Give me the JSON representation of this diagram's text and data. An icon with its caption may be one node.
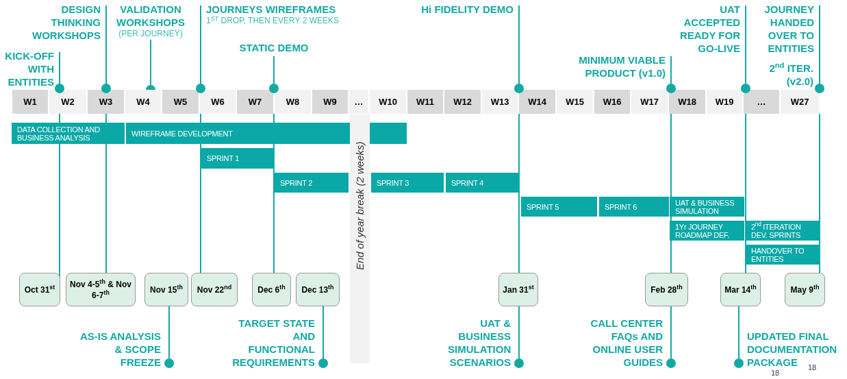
{
  "diagram": {
    "nodes": [
      {
        "text": [
          "KICK-OFF WITH ENTITIES"
        ]
      },
      {
        "text": [
          "DESIGN THINKING WORKSHOPS"
        ]
      },
      {
        "text": [
          "VALIDATION WORKSHOPS",
          "(PER JOURNEY)"
        ]
      },
      {
        "text": [
          "JOURNEYS WIREFRAMES",
          "1$^{ST}$ DROP, THEN EVERY 2 WEEKS"
        ]
      },
      {
        "text": [
          "STATIC DEMO"
        ]
      },
      {
        "text": [
          "Hi FIDELITY DEMO"
        ]
      },
      {
        "text": [
          "MINIMUM VIABLE PRODUCT (v1.0)"
        ]
      },
      {
        "text": [
          "UAT ACCEPTED READY FOR GO-LIVE"
        ]
      },
      {
        "text": [
          "JOURNEY HANDED OVER TO ENTITIES"
        ]
      },
      {
        "text": [
          "W1"
        ]
      },
      {
        "text": [
          "W2"
        ]
      },
      {
        "text": [
          "W3"
        ]
      },
      {
        "text": [
          "W4"
        ]
      },
      {
        "text": [
          "W5"
        ]
      },
      {
        "text": [
          "W6"
        ]
      },
      {
        "text": [
          "W7"
        ]
      },
      {
        "text": [
          "W8"
        ]
      },
      {
        "text": [
          "W9"
        ]
      },
      {
        "text": [
          "…"
        ]
      },
      {
        "text": [
          "W10"
        ]
      },
      {
        "text": [
          "W11"
        ]
      },
      {
        "text": [
          "W12"
        ]
      },
      {
        "text": [
          "W13"
        ]
      },
      {
        "text": [
          "W14"
        ]
      },
      {
        "text": [
          "W15"
        ]
      },
      {
        "text": [
          "W16"
        ]
      },
      {
        "text": [
          "W17"
        ]
      },
      {
        "text": [
          "W18"
        ]
      },
      {
        "text": [
          "W19"
        ]
      },
      {
        "text": [
          "…"
        ]
      },
      {
        "text": [
          "W27"
        ]
      },
      {
        "text": [
          "End of year break (2 weeks)"
        ]
      },
      {
        "text": [
          "DATA COLLECTION AND BUSINESS ANALYSIS"
        ]
      },
      {
        "text": [
          "WIREFRAME DEVELOPMENT"
        ]
      },
      {
        "text": [
          "SPRINT 1"
        ]
      },
      {
        "text": [
          "SPRINT 2"
        ]
      },
      {
        "text": [
          "SPRINT 3"
        ]
      },
      {
        "text": [
          "SPRINT 4"
        ]
      },
      {
        "text": [
          "SPRINT 5"
        ]
      },
      {
        "text": [
          "SPRINT 6"
        ]
      },
      {
        "text": [
          "UAT & BUSINESS SIMULATION"
        ]
      },
      {
        "text": [
          "1Yr JOURNEY ROADMAP DEF."
        ]
      },
      {
        "text": [
          "2$^{nd}$ ITERATION DEV. SPRINTS"
        ]
      },
      {
        "text": [
          "HANDOVER TO ENTITIES"
        ]
      },
      {
        "text": [
          "Oct 31$^{st}$"
        ]
      },
      {
        "text": [
          "Nov 4-5$^{th}$ & Nov 6-7$^{th}$"
        ]
      },
      {
        "text": [
          "Nov 15$^{th}$"
        ]
      },
      {
        "text": [
          "Nov 22$^{nd}$"
        ]
      },
      {
        "text": [
          "Dec 6$^{th}$"
        ]
      },
      {
        "text": [
          "Dec 13$^{th}$"
        ]
      },
      {
        "text": [
          "Jan 31$^{st}$"
        ]
      },
      {
        "text": [
          "Feb 28$^{th}$"
        ]
      },
      {
        "text": [
          "Mar 14$^{th}$"
        ]
      },
      {
        "text": [
          "May 9$^{th}$"
        ]
      },
      {
        "text": [
          "AS-IS ANALYSIS & SCOPE FREEZE"
        ]
      },
      {
        "text": [
          "TARGET STATE AND FUNCTIONAL REQUIREMENTS"
        ]
      },
      {
        "text": [
          "UAT & BUSINESS SIMULATION SCENARIOS"
        ]
      },
      {
        "text": [
          "CALL CENTER FAQs AND ONLINE USER GUIDES"
        ]
      },
      {
        "text": [
          "UPDATED FINAL DOCUMENTATION PACKAGE"
        ]
      }
    ],
    "edges": [
      {
        "from": 0,
        "to": 44,
        "arrow": "none"
      },
      {
        "from": 1,
        "to": 45,
        "arrow": "none"
      },
      {
        "from": 2,
        "to": 12,
        "arrow": "other"
      },
      {
        "from": 3,
        "to": 47,
        "arrow": "none"
      },
      {
        "from": 4,
        "to": 48,
        "arrow": "none"
      },
      {
        "from": 5,
        "to": 50,
        "arrow": "none"
      },
      {
        "from": 6,
        "to": 51,
        "arrow": "none"
      },
      {
        "from": 7,
        "to": 52,
        "arrow": "none"
      },
      {
        "from": 8,
        "to": 53,
        "arrow": "none"
      },
      {
        "from": 46,
        "to": 54,
        "arrow": "other"
      },
      {
        "from": 49,
        "to": 55,
        "arrow": "other"
      },
      {
        "from": 50,
        "to": 56,
        "arrow": "other"
      },
      {
        "from": 51,
        "to": 57,
        "arrow": "other"
      },
      {
        "from": 52,
        "to": 58,
        "arrow": "other"
      }
    ],
    "labels": [
      "2$^{nd}$ ITER. (v2.0)",
      "18",
      "18"
    ]
  }
}
